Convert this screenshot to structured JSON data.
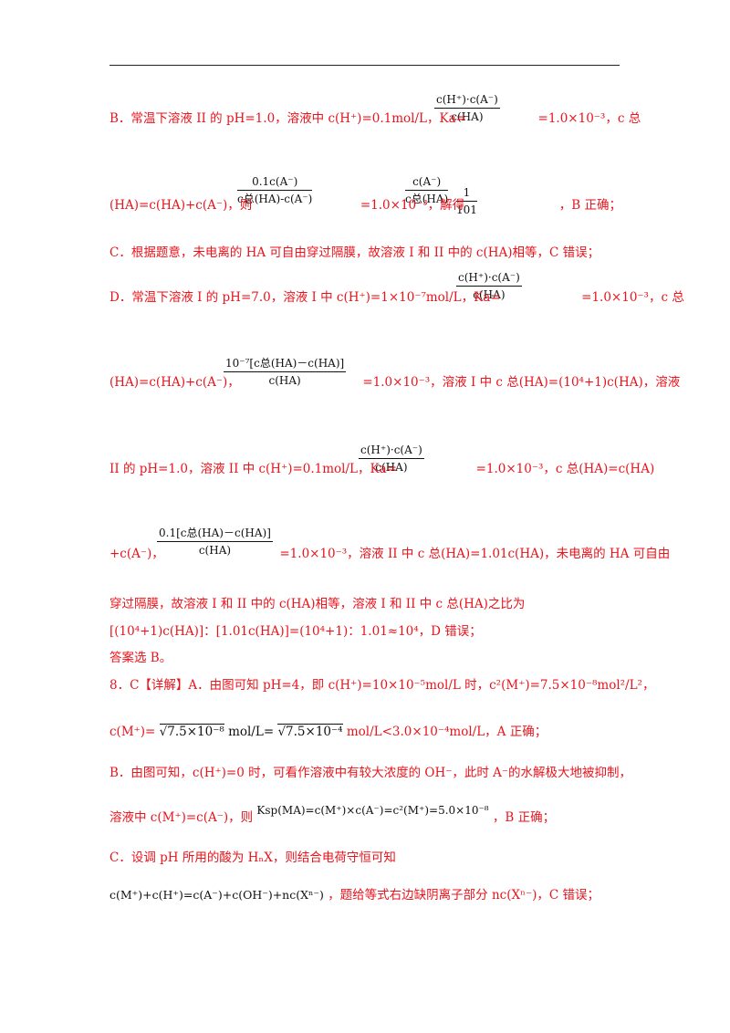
{
  "sectionB": {
    "line1": "B．常温下溶液 II 的 pH=1.0，溶液中 c(H⁺)=0.1mol/L，Ka=",
    "line1_tail": "=1.0×10⁻³，c 总",
    "frac1_num": "c(H⁺)·c(A⁻)",
    "frac1_den": "c(HA)",
    "line2_a": "(HA)=c(HA)+c(A⁻)，则",
    "frac2_num": "0.1c(A⁻)",
    "frac2_den": "c总(HA)-c(A⁻)",
    "line2_b": "=1.0×10⁻³，解得",
    "frac3_num": "c(A⁻)",
    "frac3_den": "c总(HA)",
    "frac4_num": "1",
    "frac4_den": "101",
    "line2_c": "，B 正确；"
  },
  "sectionC": {
    "line": "C．根据题意，未电离的 HA 可自由穿过隔膜，故溶液 I 和 II 中的 c(HA)相等，C 错误；"
  },
  "sectionD": {
    "line1": "D．常温下溶液 I 的 pH=7.0，溶液 I 中 c(H⁺)=1×10⁻⁷mol/L，Ka=",
    "frac1_num": "c(H⁺)·c(A⁻)",
    "frac1_den": "c(HA)",
    "line1_tail": "=1.0×10⁻³，c 总",
    "line2_a": "(HA)=c(HA)+c(A⁻)，",
    "frac2_num": "10⁻⁷[c总(HA)－c(HA)]",
    "frac2_den": "c(HA)",
    "line2_b": "=1.0×10⁻³，溶液 I 中 c 总(HA)=(10⁴+1)c(HA)，溶液",
    "line3_a": "II 的 pH=1.0，溶液 II 中 c(H⁺)=0.1mol/L，Ka=",
    "frac3_num": "c(H⁺)·c(A⁻)",
    "frac3_den": "c(HA)",
    "line3_b": "=1.0×10⁻³，c 总(HA)=c(HA)",
    "line4_a": "+c(A⁻)，",
    "frac4_num": "0.1[c总(HA)－c(HA)]",
    "frac4_den": "c(HA)",
    "line4_b": "=1.0×10⁻³，溶液 II 中 c 总(HA)=1.01c(HA)，未电离的 HA 可自由",
    "line5": "穿过隔膜，故溶液 I 和 II 中的 c(HA)相等，溶液 I 和 II 中 c 总(HA)之比为",
    "line6": "[(10⁴+1)c(HA)]：[1.01c(HA)]=(10⁴+1)：1.01≈10⁴，D 错误；",
    "line7": "答案选 B。"
  },
  "q8": {
    "line1": "8．C【详解】A．由图可知 pH=4，即 c(H⁺)=10×10⁻⁵mol/L 时，c²(M⁺)=7.5×10⁻⁸mol²/L²，",
    "line2_a": "c(M⁺)=",
    "line2_sqrt1": "√7.5×10⁻⁸",
    "line2_b": "mol/L=",
    "line2_sqrt2": "√7.5×10⁻⁴",
    "line2_c": "mol/L<3.0×10⁻⁴mol/L，A 正确；",
    "line3": "B．由图可知，c(H⁺)=0 时，可看作溶液中有较大浓度的 OH⁻，此时 A⁻的水解极大地被抑制，",
    "line4_a": "溶液中 c(M⁺)=c(A⁻)，则",
    "line4_formula": "Ksp(MA)=c(M⁺)×c(A⁻)=c²(M⁺)=5.0×10⁻⁸",
    "line4_b": "，B 正确；",
    "line5": "C．设调 pH 所用的酸为 HₙX，则结合电荷守恒可知",
    "line6_formula": "c(M⁺)+c(H⁺)=c(A⁻)+c(OH⁻)+nc(Xⁿ⁻)",
    "line6_b": "，题给等式右边缺阴离子部分 nc(Xⁿ⁻)，C 错误；"
  }
}
